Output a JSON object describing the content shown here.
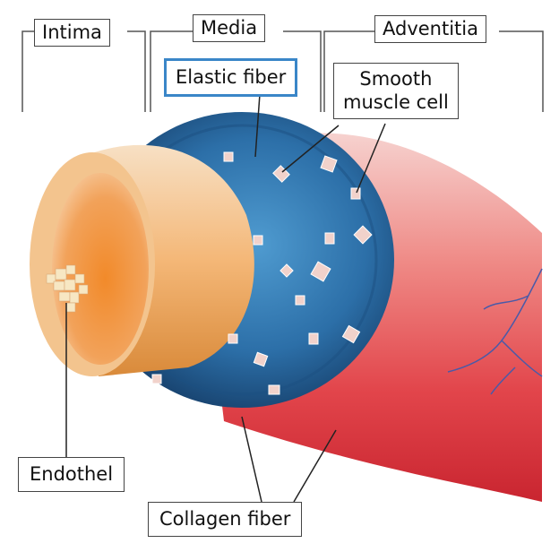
{
  "labels": {
    "intima": "Intima",
    "media": "Media",
    "adventitia": "Adventitia",
    "elastic_fiber": "Elastic fiber",
    "smooth_muscle_line1": "Smooth",
    "smooth_muscle_line2": "muscle cell",
    "endothel": "Endothel",
    "collagen_fiber": "Collagen fiber"
  },
  "colors": {
    "intima": "#f0a04b",
    "media": "#2f78b3",
    "adventitia": "#d9323a",
    "highlight_border": "#3a86c8"
  }
}
